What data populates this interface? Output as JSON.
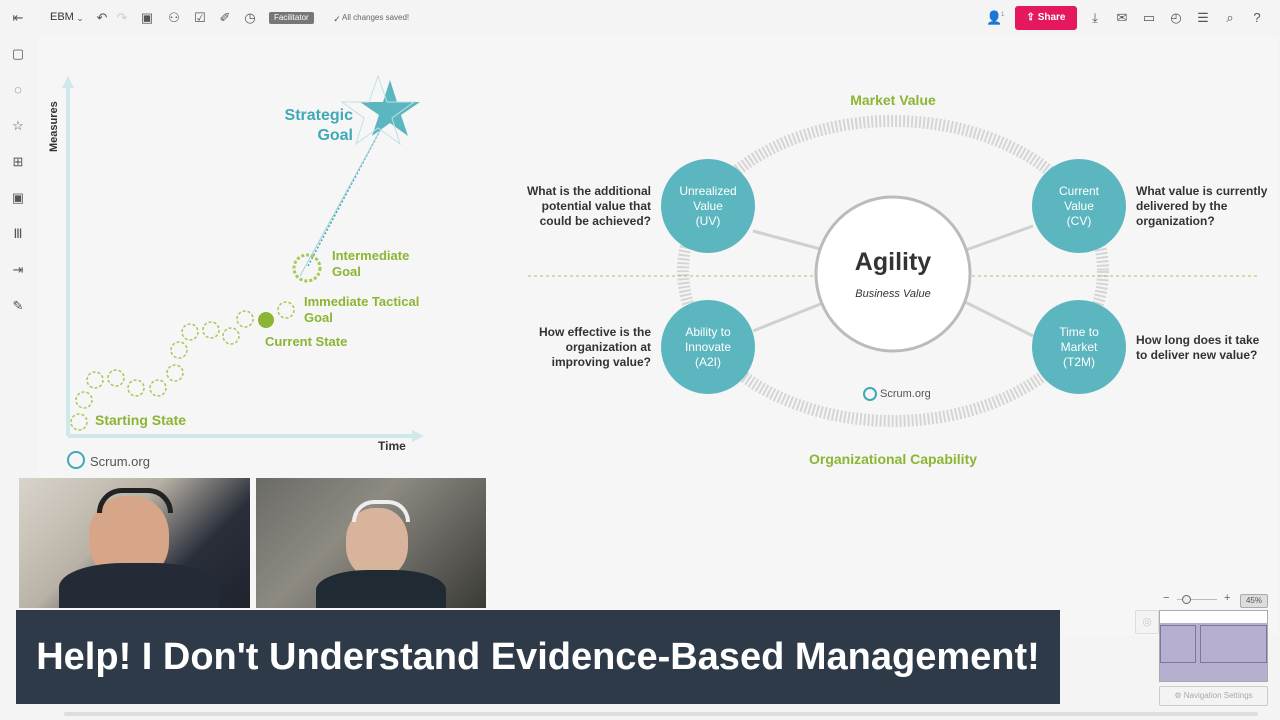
{
  "toolbar": {
    "board_name": "EBM",
    "facilitator_label": "Facilitator",
    "saved_status": "All changes saved!",
    "share_label": "Share",
    "user_count": "1"
  },
  "left_chart": {
    "y_axis_label": "Measures",
    "x_axis_label": "Time",
    "strategic_goal_line1": "Strategic",
    "strategic_goal_line2": "Goal",
    "intermediate_goal_line1": "Intermediate",
    "intermediate_goal_line2": "Goal",
    "immediate_tactical_goal_line1": "Immediate Tactical",
    "immediate_tactical_goal_line2": "Goal",
    "current_state": "Current State",
    "starting_state": "Starting State",
    "logo_text": "Scrum.org"
  },
  "right_diagram": {
    "market_value": "Market Value",
    "organizational_capability": "Organizational Capability",
    "center_title": "Agility",
    "center_subtitle": "Business Value",
    "uv_line1": "Unrealized",
    "uv_line2": "Value",
    "uv_line3": "(UV)",
    "cv_line1": "Current",
    "cv_line2": "Value",
    "cv_line3": "(CV)",
    "a2i_line1": "Ability to",
    "a2i_line2": "Innovate",
    "a2i_line3": "(A2I)",
    "t2m_line1": "Time to",
    "t2m_line2": "Market",
    "t2m_line3": "(T2M)",
    "q_uv_1": "What is the additional",
    "q_uv_2": "potential value that",
    "q_uv_3": "could be achieved?",
    "q_cv_1": "What value is currently",
    "q_cv_2": "delivered by the",
    "q_cv_3": "organization?",
    "q_a2i_1": "How effective is the",
    "q_a2i_2": "organization at",
    "q_a2i_3": "improving value?",
    "q_t2m_1": "How long does it take",
    "q_t2m_2": "to deliver new value?",
    "logo_text": "Scrum.org"
  },
  "banner": {
    "title": "Help! I Don't Understand Evidence-Based Management!"
  },
  "navigation": {
    "zoom_level": "45%",
    "settings_label": "Navigation Settings"
  },
  "colors": {
    "teal": "#3fa9b5",
    "green": "#8bb532",
    "share": "#e5175e",
    "banner": "#2f3a48"
  }
}
